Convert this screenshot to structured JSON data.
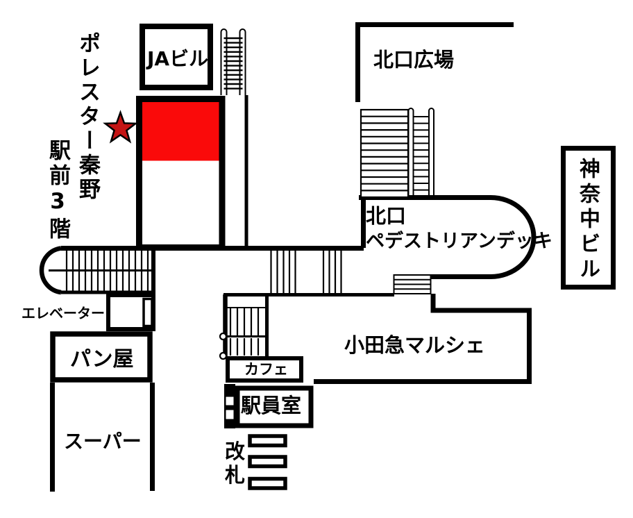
{
  "labels": {
    "building_name_vertical": "ポレスター秦野",
    "building_floor_vertical": "駅前3階",
    "ja_building": "JAビル",
    "north_exit_plaza": "北口広場",
    "kanachu_building": "神奈中ビル",
    "pedestrian_deck_line1": "北口",
    "pedestrian_deck_line2": "ペデストリアンデッキ",
    "elevator": "エレベーター",
    "bakery": "パン屋",
    "supermarket": "スーパー",
    "odakyu_marche": "小田急マルシェ",
    "cafe": "カフェ",
    "station_staff_room": "駅員室",
    "ticket_gate": "改札"
  },
  "colors": {
    "highlight_fill": "#fa0a0a",
    "star_fill": "#c41414",
    "line": "#000000",
    "background": "#ffffff"
  }
}
